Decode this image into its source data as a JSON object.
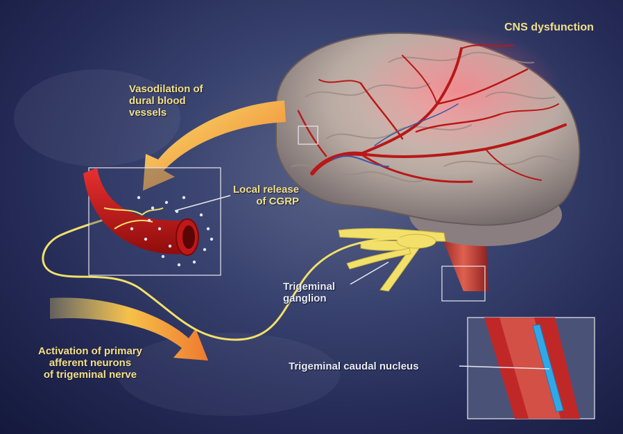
{
  "labels": {
    "cns": "CNS dysfunction",
    "vasodilation": [
      "Vasodilation of",
      "dural blood",
      "vessels"
    ],
    "cgrp": [
      "Local release",
      "of CGRP"
    ],
    "ganglion": [
      "Trigeminal",
      "ganglion"
    ],
    "activation": [
      "Activation of primary",
      "afferent neurons",
      "of trigeminal nerve"
    ],
    "caudal": "Trigeminal caudal nucleus"
  },
  "colors": {
    "background": "#2e3664",
    "brain": "#c2b2a6",
    "artery": "#b81818",
    "nerve": "#f2e06a",
    "arrow": "#f2a030",
    "nucleus": "#30a8e8",
    "label_yellow": "#f2e08a",
    "label_white": "#e8ecf4"
  }
}
